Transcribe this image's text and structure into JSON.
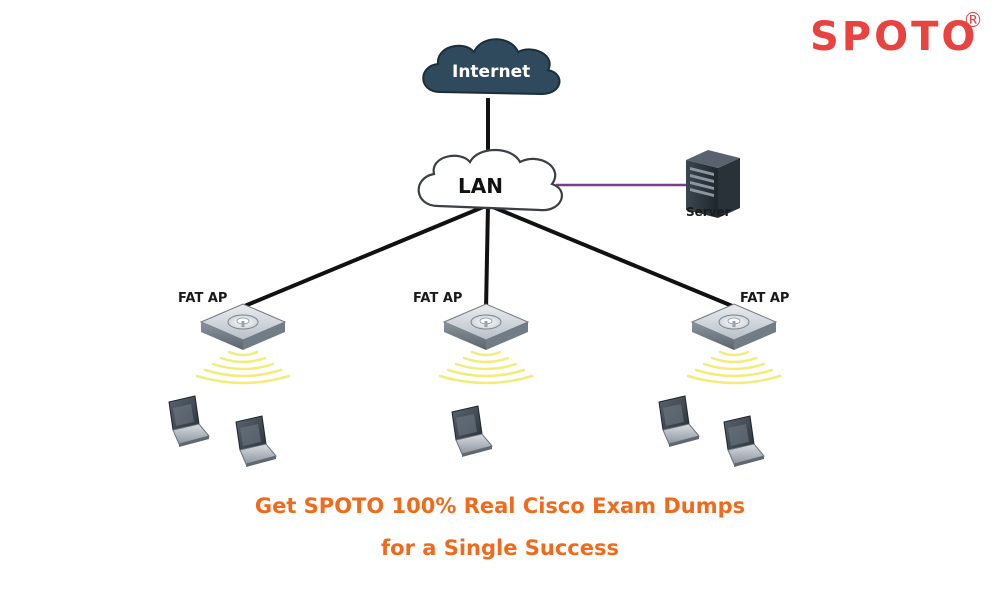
{
  "brand": {
    "logo_text": "SPOTO",
    "registered_mark": "®",
    "color": "#e8433e"
  },
  "nodes": {
    "internet": "Internet",
    "lan": "LAN",
    "server": "Server",
    "aps": [
      "FAT AP",
      "FAT AP",
      "FAT AP"
    ]
  },
  "colors": {
    "link": "#111111",
    "server_link": "#7a3d8c",
    "cloud_internet": "#2e4a5c",
    "wifi_waves": "#f2ec7a",
    "promo_text": "#ee6a1d"
  },
  "promo": {
    "line1": "Get SPOTO 100% Real Cisco Exam Dumps",
    "line2": "for a Single Success"
  }
}
